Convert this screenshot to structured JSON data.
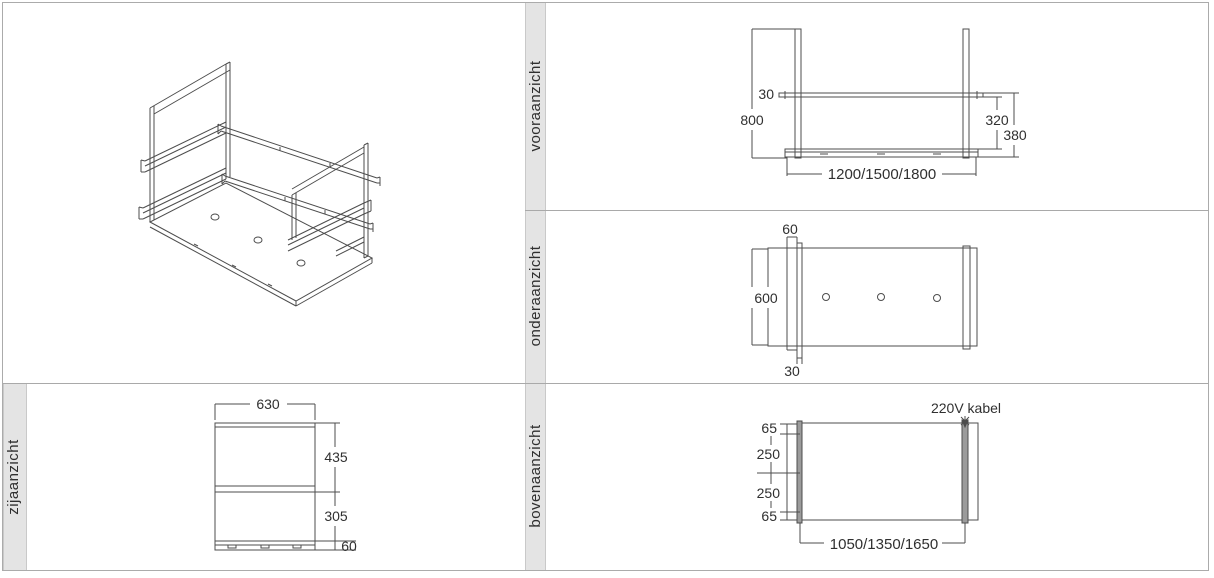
{
  "sheet": {
    "views": {
      "front": {
        "label": "vooraanzicht",
        "dims": {
          "rail_thickness": "30",
          "height": "800",
          "rail_to_shelf": "320",
          "rail_to_bottom": "380",
          "widths": "1200/1500/1800"
        }
      },
      "bottom": {
        "label": "onderaanzicht",
        "dims": {
          "rail_width": "60",
          "depth": "600",
          "strip_width": "30"
        }
      },
      "side": {
        "label": "zijaanzicht",
        "dims": {
          "depth": "630",
          "upper": "435",
          "lower": "305",
          "shelf": "60"
        }
      },
      "top": {
        "label": "bovenaanzicht",
        "dims": {
          "edge_a": "65",
          "mid_a": "250",
          "mid_b": "250",
          "edge_b": "65",
          "widths": "1050/1350/1650",
          "cable": "220V kabel"
        }
      }
    }
  }
}
